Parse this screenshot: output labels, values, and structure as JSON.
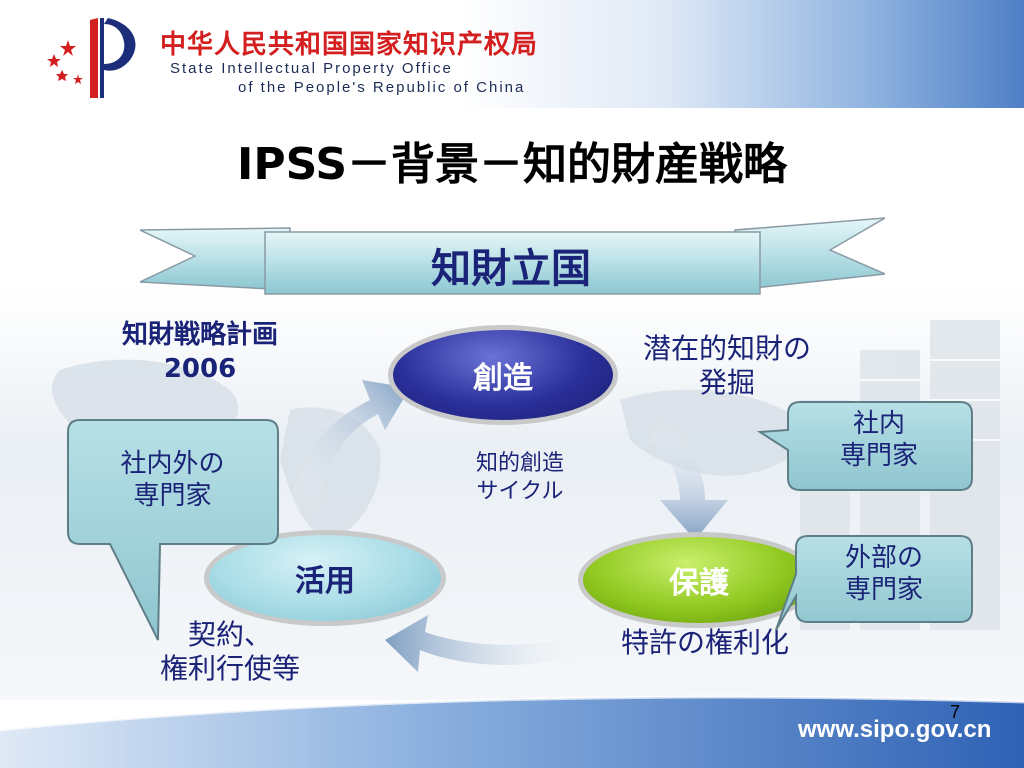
{
  "header": {
    "org_name_cn": "中华人民共和国国家知识产权局",
    "org_name_en_line1": "State Intellectual Property Office",
    "org_name_en_line2": "of the People's Republic of China"
  },
  "slide": {
    "title": "IPSS－背景－知的財産戦略",
    "ribbon_label": "知財立国",
    "plan_label_line1": "知財戦略計画",
    "plan_label_line2": "2006",
    "cycle": {
      "create_label": "創造",
      "use_label": "活用",
      "protect_label": "保護",
      "center_line1": "知的創造",
      "center_line2": "サイクル"
    },
    "annotations": {
      "latent_line1": "潜在的知財の",
      "latent_line2": "発掘",
      "contract_line1": "契約、",
      "contract_line2": "権利行使等",
      "patent": "特許の権利化"
    },
    "callouts": {
      "left_line1": "社内外の",
      "left_line2": "専門家",
      "right_top_line1": "社内",
      "right_top_line2": "専門家",
      "right_bottom_line1": "外部の",
      "right_bottom_line2": "専門家"
    }
  },
  "footer": {
    "url": "www.sipo.gov.cn",
    "page_number": "7"
  },
  "colors": {
    "title": "#000000",
    "brand_red": "#d31f1f",
    "navy_text": "#1a2377",
    "create_blue": "#2a2f9a",
    "protect_green": "#8fc81f",
    "use_light_blue": "#a8dce6",
    "callout_fill": "#9fcfd7",
    "footer_blue": "#2f62b5"
  }
}
